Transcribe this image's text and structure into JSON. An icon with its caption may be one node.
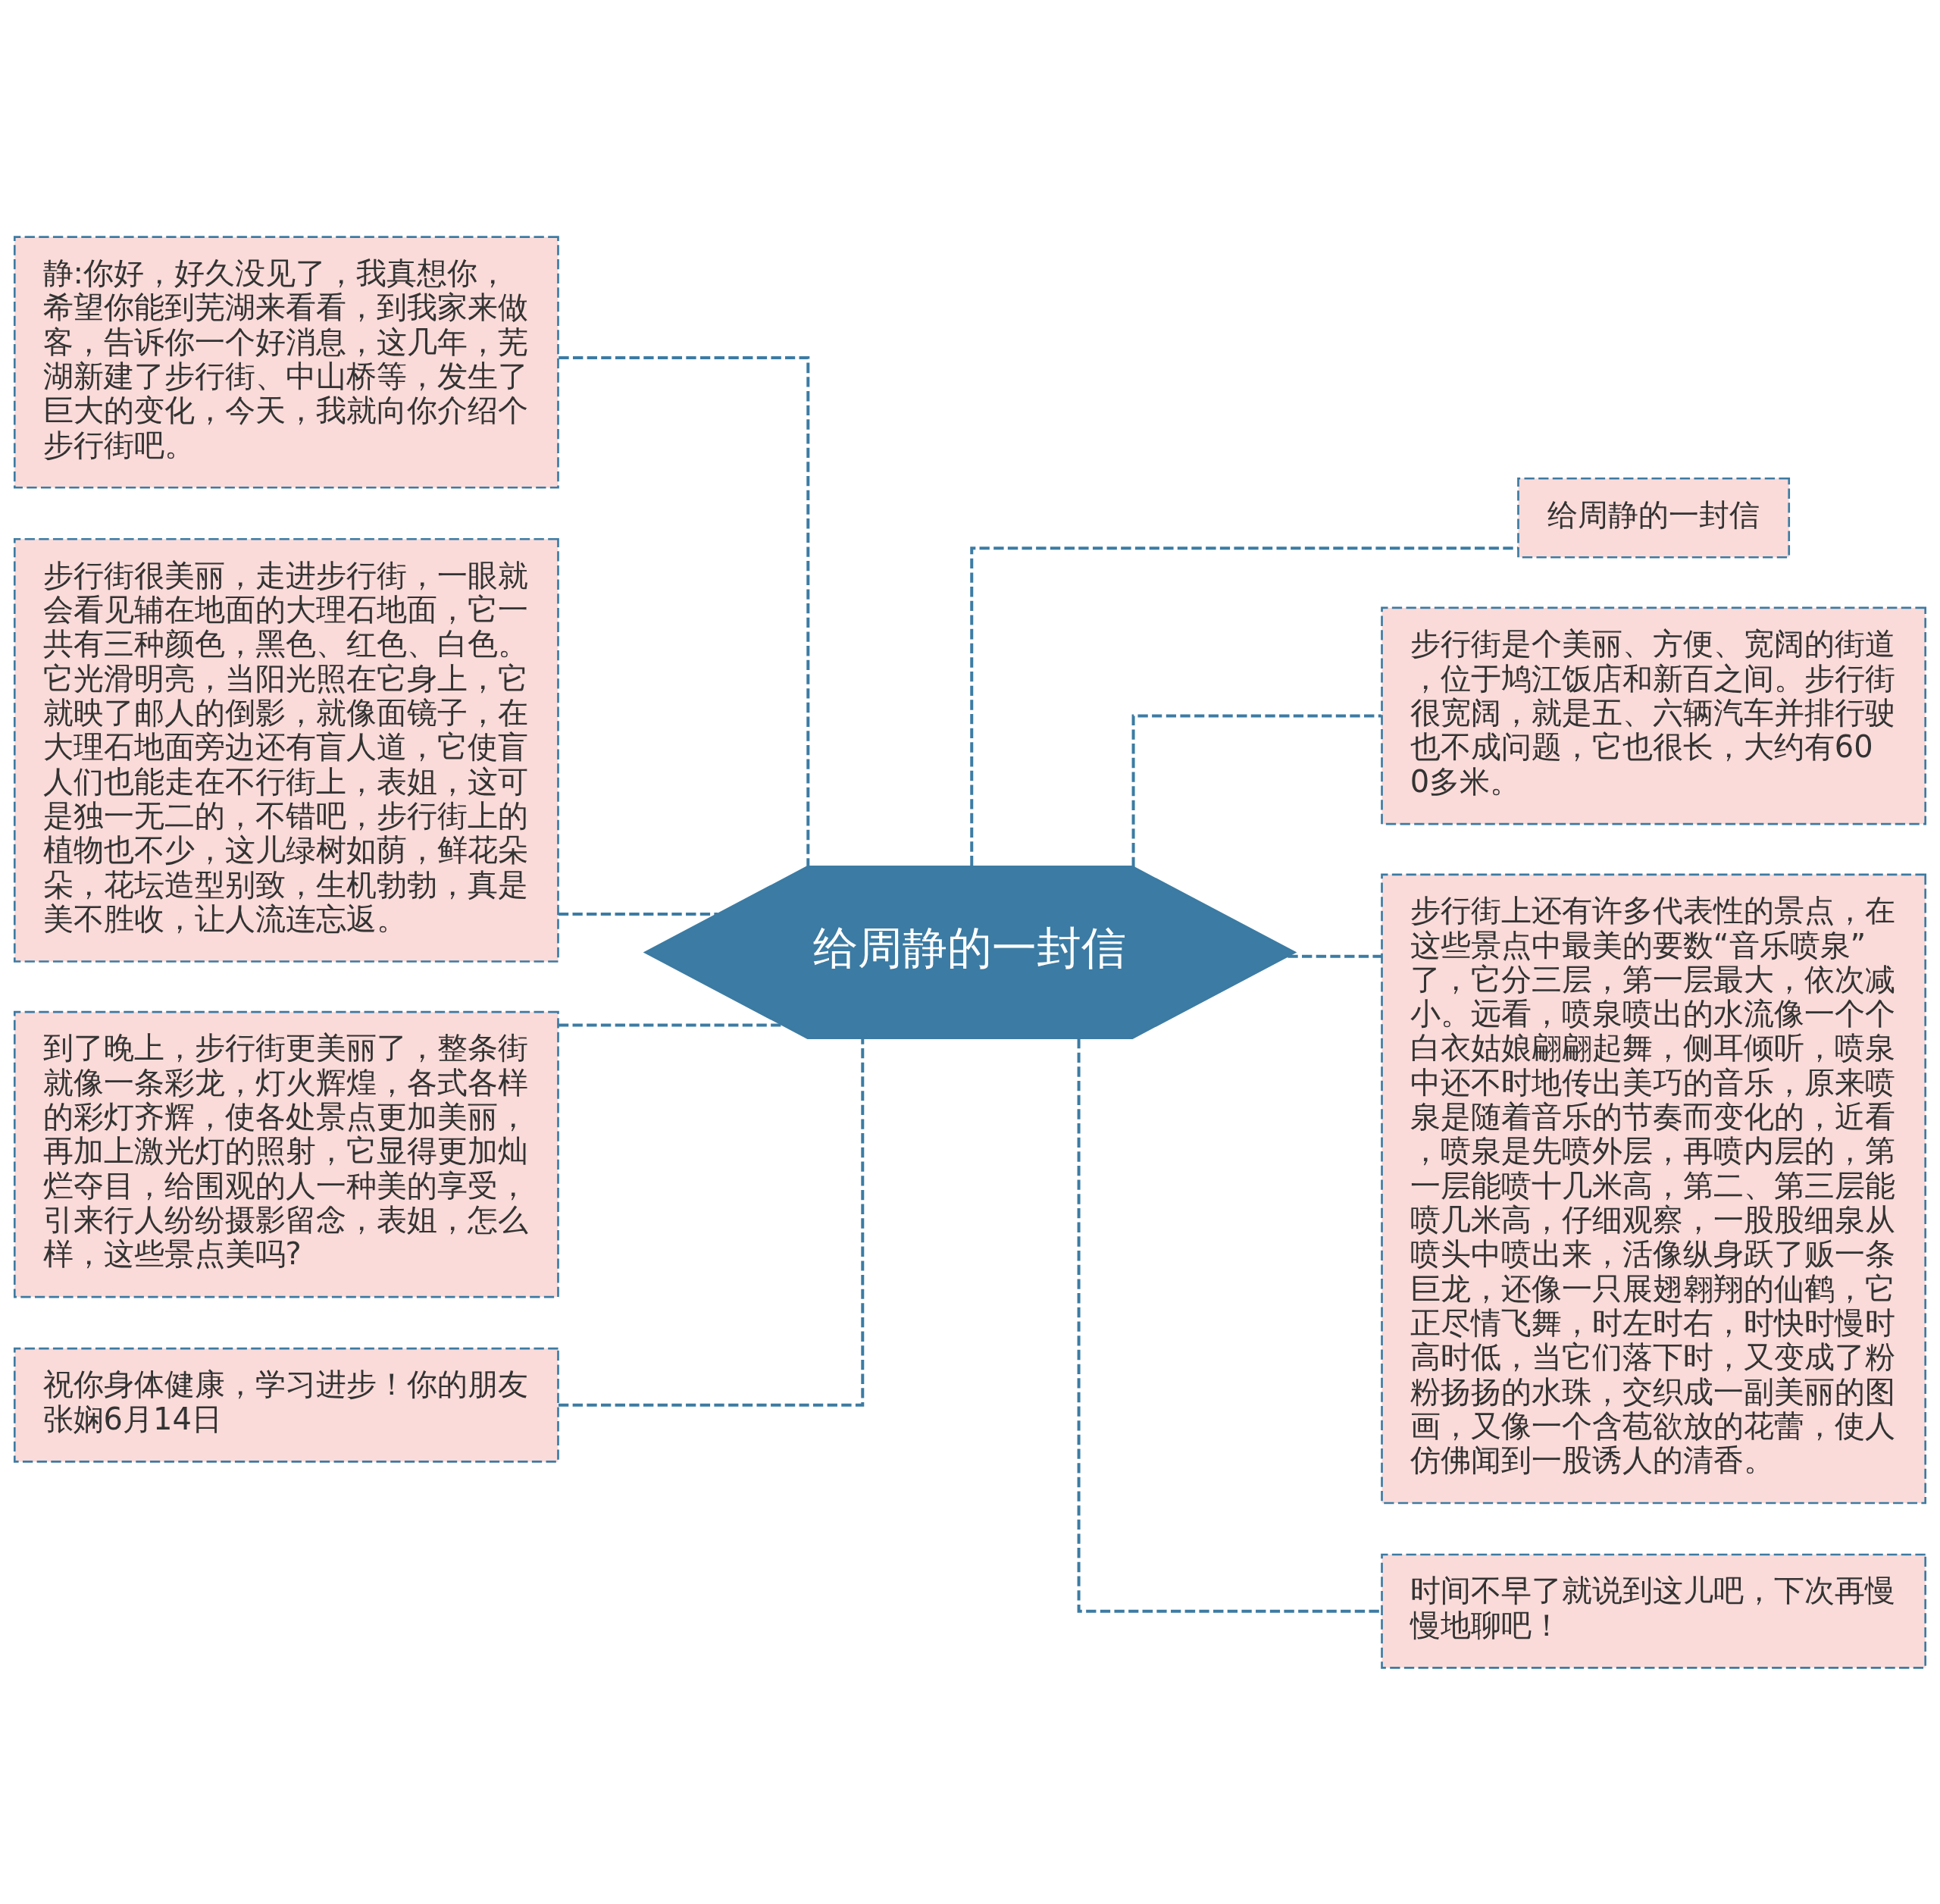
{
  "diagram": {
    "nodes": [
      {
        "text": [
          "给周静的一封信"
        ]
      },
      {
        "text": [
          "静:你好，好久没见了，我真想你，希望你能到芜湖来看看，到我家来做客，告诉你一个好消息，这几年，芜湖新建了步行街、中山桥等，发生了巨大的变化，今天，我就向你介绍个步行街吧。"
        ]
      },
      {
        "text": [
          "步行街很美丽，走进步行街，一眼就会看见辅在地面的大理石地面，它一共有三种颜色，黑色、红色、白色。它光滑明亮，当阳光照在它身上，它就映了邮人的倒影，就像面镜子，在大理石地面旁边还有盲人道，它使盲人们也能走在不行街上，表姐，这可是独一无二的，不错吧，步行街上的植物也不少，这儿绿树如荫，鲜花朵朵，花坛造型别致，生机勃勃，真是美不胜收，让人流连忘返。"
        ]
      },
      {
        "text": [
          "到了晚上，步行街更美丽了，整条街就像一条彩龙，灯火辉煌，各式各样的彩灯齐辉，使各处景点更加美丽，再加上激光灯的照射，它显得更加灿烂夺目，给围观的人一种美的享受，引来行人纷纷摄影留念，表姐，怎么样，这些景点美吗?"
        ]
      },
      {
        "text": [
          "祝你身体健康，学习进步！你的朋友张娴6月14日"
        ]
      },
      {
        "text": [
          "给周静的一封信"
        ]
      },
      {
        "text": [
          "步行街是个美丽、方便、宽阔的街道，位于鸠江饭店和新百之间。步行街很宽阔，就是五、六辆汽车并排行驶也不成问题，它也很长，大约有600多米。"
        ]
      },
      {
        "text": [
          "步行街上还有许多代表性的景点，在这些景点中最美的要数“音乐喷泉”了，它分三层，第一层最大，依次减小。远看，喷泉喷出的水流像一个个白衣姑娘翩翩起舞，侧耳倾听，喷泉中还不时地传出美巧的音乐，原来喷泉是随着音乐的节奏而变化的，近看，喷泉是先喷外层，再喷内层的，第一层能喷十几米高，第二、第三层能喷几米高，仔细观察，一股股细泉从喷头中喷出来，活像纵身跃了贩一条巨龙，还像一只展翅翱翔的仙鹤，它正尽情飞舞，时左时右，时快时慢时高时低，当它们落下时，又变成了粉粉扬扬的水珠，交织成一副美丽的图画，又像一个含苞欲放的花蕾，使人仿佛闻到一股诱人的清香。"
        ]
      },
      {
        "text": [
          "时间不早了就说到这儿吧，下次再慢慢地聊吧！"
        ]
      }
    ],
    "edges": [
      {
        "from": 1,
        "to": 0,
        "arrow": "none",
        "style": "dashed"
      },
      {
        "from": 2,
        "to": 0,
        "arrow": "none",
        "style": "dashed"
      },
      {
        "from": 3,
        "to": 0,
        "arrow": "none",
        "style": "dashed"
      },
      {
        "from": 4,
        "to": 0,
        "arrow": "none",
        "style": "dashed"
      },
      {
        "from": 0,
        "to": 5,
        "arrow": "none",
        "style": "dashed"
      },
      {
        "from": 0,
        "to": 6,
        "arrow": "none",
        "style": "dashed"
      },
      {
        "from": 0,
        "to": 7,
        "arrow": "none",
        "style": "dashed"
      },
      {
        "from": 0,
        "to": 8,
        "arrow": "none",
        "style": "dashed"
      }
    ]
  }
}
